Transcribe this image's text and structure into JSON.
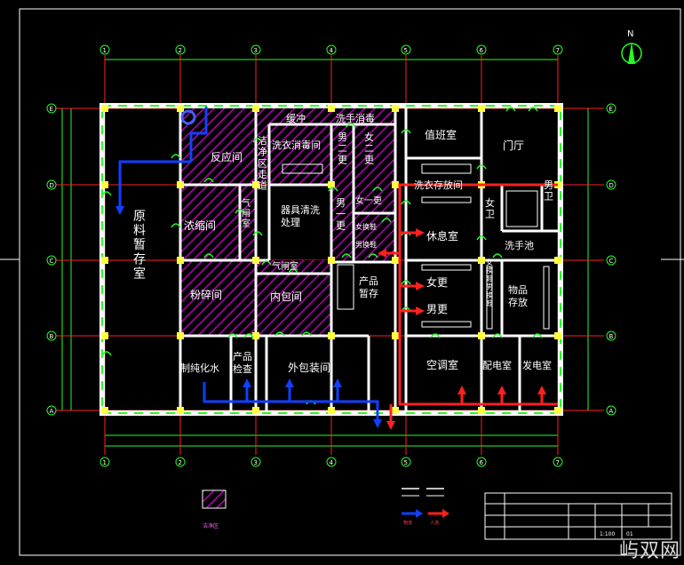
{
  "north_label": "N",
  "axis_labels": {
    "columns": [
      "1",
      "2",
      "3",
      "4",
      "5",
      "6",
      "7"
    ],
    "rows": [
      "A",
      "B",
      "C",
      "D",
      "E"
    ]
  },
  "rooms": [
    {
      "id": "raw-storage",
      "label": "原\n料\n暂\n存\n室"
    },
    {
      "id": "reaction",
      "label": "反应间"
    },
    {
      "id": "concentration",
      "label": "浓缩间"
    },
    {
      "id": "crushing",
      "label": "粉碎间"
    },
    {
      "id": "clean-corridor",
      "label": "洁\n净\n区\n走\n道"
    },
    {
      "id": "airlock-1",
      "label": "气\n闸\n室"
    },
    {
      "id": "buffer",
      "label": "缓冲"
    },
    {
      "id": "wash-disinfect",
      "label": "洗衣消毒间"
    },
    {
      "id": "hand-disinfect",
      "label": "洗手消毒"
    },
    {
      "id": "male-2",
      "label": "男\n二\n更"
    },
    {
      "id": "female-2",
      "label": "女\n二\n更"
    },
    {
      "id": "utensil",
      "label": "器具清洗\n处理"
    },
    {
      "id": "male-1",
      "label": "男\n一\n更"
    },
    {
      "id": "female-1",
      "label": "女一更"
    },
    {
      "id": "f-shoes",
      "label": "女换鞋"
    },
    {
      "id": "m-shoes",
      "label": "男换鞋"
    },
    {
      "id": "airlock-2",
      "label": "气闸室"
    },
    {
      "id": "inner-pack",
      "label": "内包间"
    },
    {
      "id": "product-store",
      "label": "产品\n暂存"
    },
    {
      "id": "pure-water",
      "label": "制纯化水"
    },
    {
      "id": "product-check",
      "label": "产品\n检查"
    },
    {
      "id": "outer-pack",
      "label": "外包装间"
    },
    {
      "id": "duty",
      "label": "值班室"
    },
    {
      "id": "hall",
      "label": "门厅"
    },
    {
      "id": "laundry",
      "label": "洗衣存放间"
    },
    {
      "id": "f-wc",
      "label": "女\n卫"
    },
    {
      "id": "m-wc",
      "label": "男\n卫"
    },
    {
      "id": "rest",
      "label": "休息室"
    },
    {
      "id": "wash-basin",
      "label": "洗手池"
    },
    {
      "id": "f-change",
      "label": "女更"
    },
    {
      "id": "m-change",
      "label": "男更"
    },
    {
      "id": "shoe-change",
      "label": "女\n换\n鞋\n男\n换\n鞋"
    },
    {
      "id": "item-store",
      "label": "物品\n存放"
    },
    {
      "id": "aircon",
      "label": "空调室"
    },
    {
      "id": "power",
      "label": "配电室"
    },
    {
      "id": "generator",
      "label": "发电室"
    }
  ],
  "legend": {
    "hatch_label": "洁净区",
    "line1": "",
    "line2": "",
    "arrow_blue": "物流",
    "arrow_red": "人流"
  },
  "title_block": {
    "scale": "1:100",
    "drawing_no": "01"
  },
  "watermark": "屿双网",
  "colors": {
    "background": "#000000",
    "wall": "#ffffff",
    "axis": "#ff2020",
    "hatch": "#b400b4",
    "dimension": "#20ff20",
    "blue_flow": "#1040ff",
    "red_flow": "#ff2020",
    "door": "#20ff20",
    "column": "#ffff40"
  }
}
